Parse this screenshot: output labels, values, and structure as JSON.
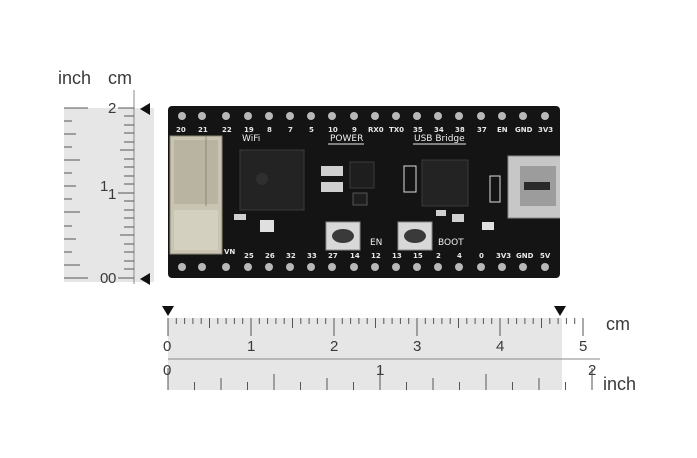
{
  "rulers": {
    "vertical": {
      "inch_label": "inch",
      "cm_label": "cm",
      "inch_numbers": [
        "1",
        "0"
      ],
      "cm_numbers": [
        "2",
        "1",
        "0"
      ]
    },
    "horizontal": {
      "cm_label": "cm",
      "inch_label": "inch",
      "cm_numbers": [
        "0",
        "1",
        "2",
        "3",
        "4",
        "5"
      ],
      "inch_numbers": [
        "0",
        "1",
        "2"
      ]
    }
  },
  "board": {
    "top_pins": [
      "20",
      "21",
      "22",
      "19",
      "8",
      "7",
      "5",
      "10",
      "9",
      "RX0",
      "TX0",
      "35",
      "34",
      "38",
      "37",
      "EN",
      "GND",
      "3V3"
    ],
    "bottom_pins": [
      "VN",
      "25",
      "26",
      "32",
      "33",
      "27",
      "14",
      "12",
      "13",
      "15",
      "2",
      "4",
      "0",
      "3V3",
      "GND",
      "5V"
    ],
    "labels": {
      "wifi": "WiFi",
      "power": "POWER",
      "usb_bridge": "USB Bridge",
      "en": "EN",
      "boot": "BOOT"
    }
  },
  "colors": {
    "pcb": "#141414",
    "ruler_fill": "#e6e6e6",
    "marker": "#111111",
    "shield": "#c9c4b2"
  }
}
